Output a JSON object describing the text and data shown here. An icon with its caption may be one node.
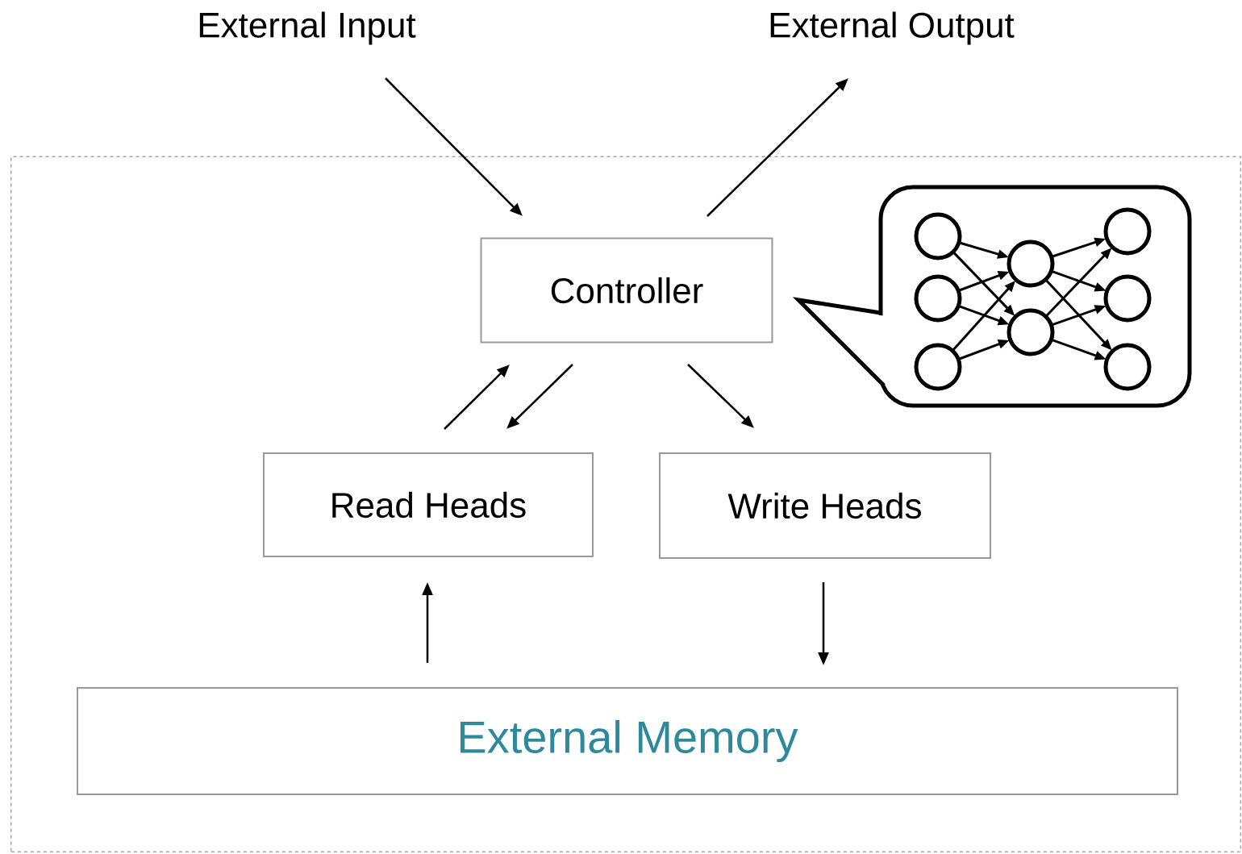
{
  "diagram": {
    "nodes": [
      {
        "text": [],
        "shape": "box"
      },
      {
        "text": [
          "External Input"
        ]
      },
      {
        "text": [
          "External Output"
        ]
      },
      {
        "text": [
          "Controller"
        ],
        "in": 0
      },
      {
        "text": [
          "Read Heads"
        ],
        "in": 0
      },
      {
        "text": [
          "Write Heads"
        ],
        "in": 0
      },
      {
        "text": [
          "External Memory"
        ],
        "in": 0
      }
    ],
    "edges": [
      {
        "from": 1,
        "to": 3,
        "arrow": "to"
      },
      {
        "from": 3,
        "to": 2,
        "arrow": "to"
      },
      {
        "from": 4,
        "to": 3,
        "arrow": "to"
      },
      {
        "from": 3,
        "to": 4,
        "arrow": "to"
      },
      {
        "from": 3,
        "to": 5,
        "arrow": "to"
      },
      {
        "from": 6,
        "to": 4,
        "arrow": "to"
      },
      {
        "from": 5,
        "to": 6,
        "arrow": "to"
      }
    ]
  }
}
